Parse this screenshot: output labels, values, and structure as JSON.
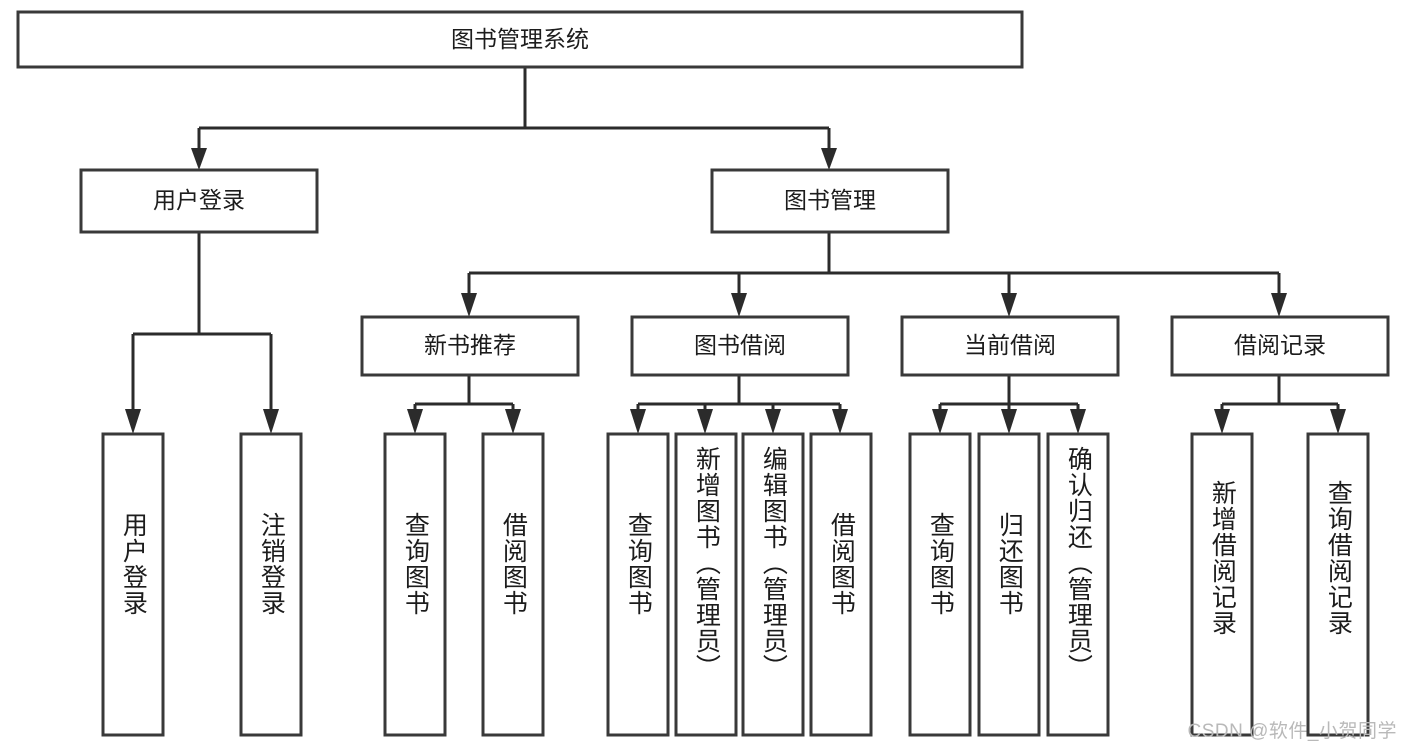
{
  "diagram": {
    "type": "tree-hierarchy-chart",
    "title": "图书管理系统",
    "watermark": "CSDN @软件_小贺同学",
    "colors": {
      "background": "#ffffff",
      "box_stroke": "#393939",
      "connector": "#2b2b2b",
      "text": "#1c1c1c",
      "watermark": "#b9b9b9"
    },
    "root": {
      "label": "图书管理系统"
    },
    "level2": [
      {
        "label": "用户登录"
      },
      {
        "label": "图书管理"
      }
    ],
    "level3": [
      {
        "label": "新书推荐"
      },
      {
        "label": "图书借阅"
      },
      {
        "label": "当前借阅"
      },
      {
        "label": "借阅记录"
      }
    ],
    "leaves": [
      {
        "label": "用户登录",
        "parent": "用户登录"
      },
      {
        "label": "注销登录",
        "parent": "用户登录"
      },
      {
        "label": "查询图书",
        "parent": "新书推荐"
      },
      {
        "label": "借阅图书",
        "parent": "新书推荐"
      },
      {
        "label": "查询图书",
        "parent": "图书借阅"
      },
      {
        "label": "新增图书（管理员）",
        "parent": "图书借阅"
      },
      {
        "label": "编辑图书（管理员）",
        "parent": "图书借阅"
      },
      {
        "label": "借阅图书",
        "parent": "图书借阅"
      },
      {
        "label": "查询图书",
        "parent": "当前借阅"
      },
      {
        "label": "归还图书",
        "parent": "当前借阅"
      },
      {
        "label": "确认归还（管理员）",
        "parent": "当前借阅"
      },
      {
        "label": "新增借阅记录",
        "parent": "借阅记录"
      },
      {
        "label": "查询借阅记录",
        "parent": "借阅记录"
      }
    ]
  }
}
